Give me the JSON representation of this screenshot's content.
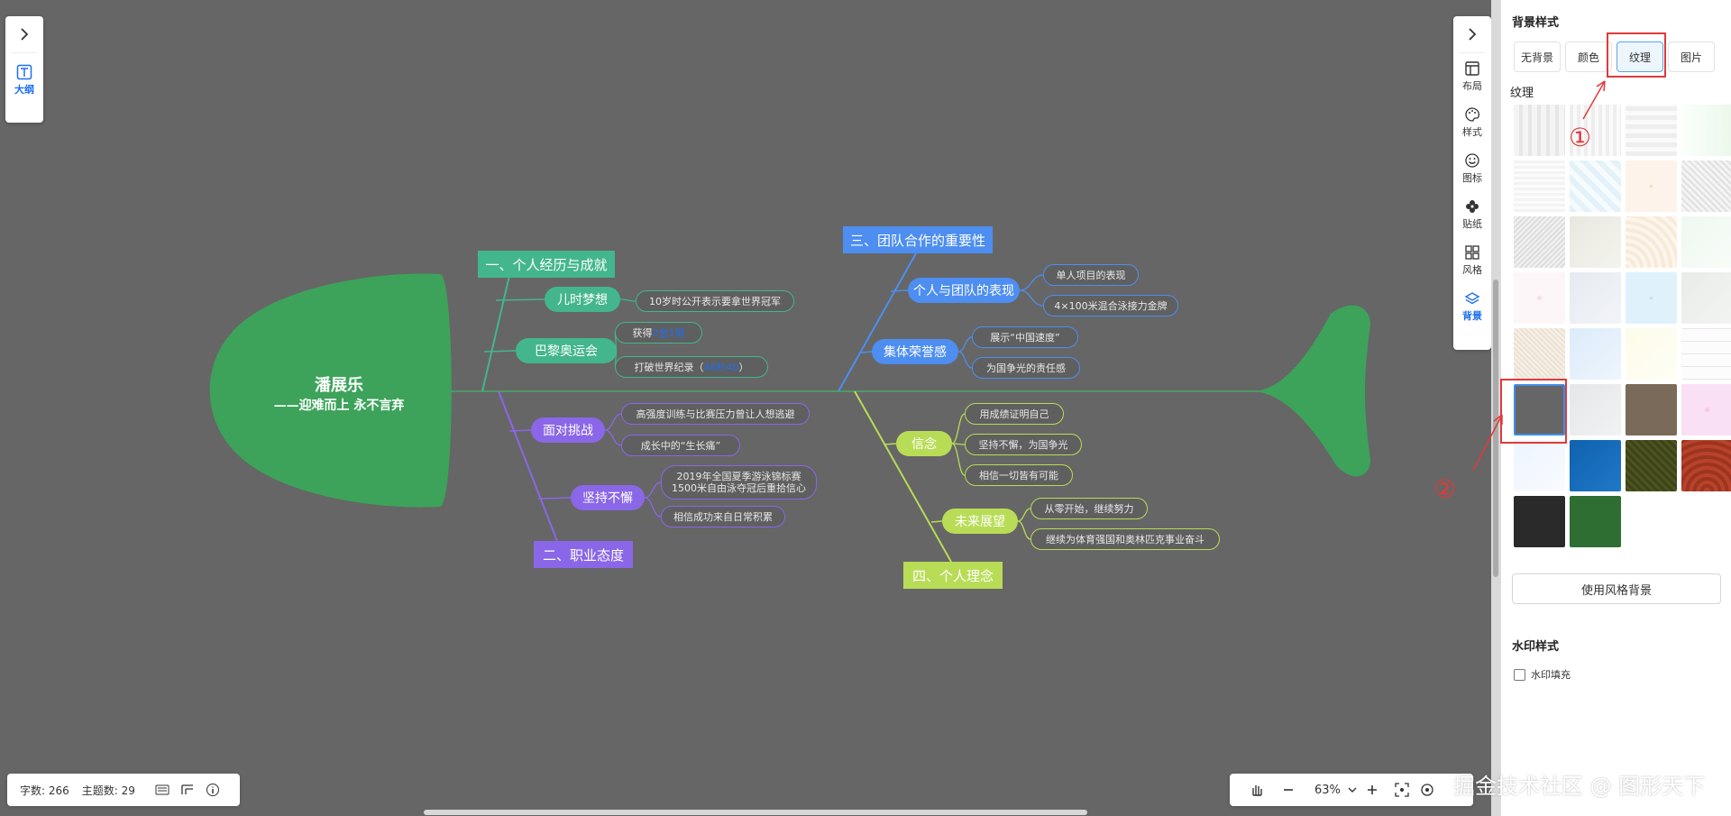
{
  "mindmap": {
    "root": {
      "title": "潘展乐",
      "subtitle": "——迎难而上 永不言弃"
    },
    "branches": [
      {
        "label": "一、个人经历与成就",
        "color": "#43b68d",
        "children": [
          {
            "label": "儿时梦想",
            "leaves": [
              [
                "10岁时公开表示要拿世界冠军"
              ]
            ]
          },
          {
            "label": "巴黎奥运会",
            "leaves": [
              [
                "获得",
                "2金1银",
                ""
              ],
              [
                "打破世界纪录（",
                "46秒40",
                "）"
              ]
            ]
          }
        ]
      },
      {
        "label": "二、职业态度",
        "color": "#8a67e8",
        "children": [
          {
            "label": "面对挑战",
            "leaves": [
              [
                "高强度训练与比赛压力曾让人想逃避"
              ],
              [
                "成长中的“生长痛”"
              ]
            ]
          },
          {
            "label": "坚持不懈",
            "leaves": [
              [
                "2019年全国夏季游泳锦标赛",
                "1500米自由泳夺冠后重拾信心"
              ],
              [
                "相信成功来自日常积累"
              ]
            ]
          }
        ]
      },
      {
        "label": "三、团队合作的重要性",
        "color": "#4d8ef0",
        "children": [
          {
            "label": "个人与团队的表现",
            "leaves": [
              [
                "单人项目的表现"
              ],
              [
                "4×100米混合泳接力金牌"
              ]
            ]
          },
          {
            "label": "集体荣誉感",
            "leaves": [
              [
                "展示“中国速度”"
              ],
              [
                "为国争光的责任感"
              ]
            ]
          }
        ]
      },
      {
        "label": "四、个人理念",
        "color": "#b9dc57",
        "children": [
          {
            "label": "信念",
            "leaves": [
              [
                "用成绩证明自己"
              ],
              [
                "坚持不懈，为国争光"
              ],
              [
                "相信一切皆有可能"
              ]
            ]
          },
          {
            "label": "未来展望",
            "leaves": [
              [
                "从零开始，继续努力"
              ],
              [
                "继续为体育强国和奥林匹克事业奋斗"
              ]
            ]
          }
        ]
      }
    ]
  },
  "left_toolbar": {
    "outline_label": "大纲"
  },
  "right_toolbar": {
    "items": [
      {
        "label": "布局",
        "icon": "layout-icon"
      },
      {
        "label": "样式",
        "icon": "palette-icon"
      },
      {
        "label": "图标",
        "icon": "smiley-icon"
      },
      {
        "label": "贴纸",
        "icon": "flower-icon"
      },
      {
        "label": "风格",
        "icon": "grid-icon"
      },
      {
        "label": "背景",
        "icon": "layers-icon"
      }
    ],
    "active_index": 5
  },
  "panel": {
    "bg_title": "背景样式",
    "bg_tabs": [
      "无背景",
      "颜色",
      "纹理",
      "图片"
    ],
    "active_tab": 2,
    "texture_title": "纹理",
    "use_style_bg_button": "使用风格背景",
    "watermark_title": "水印样式",
    "watermark_fill_label": "水印填充",
    "watermark_fill_checked": false
  },
  "annotations": {
    "marker1": "①",
    "marker2": "②"
  },
  "statusbar": {
    "word_count": "字数: 266",
    "topic_count": "主题数: 29"
  },
  "zoom": {
    "value": "63%"
  },
  "watermark_text": "掘金技术社区 @ 图形天下",
  "colors": {
    "canvas_bg": "#666666",
    "fish": "#3da35a",
    "spine": "#49a865",
    "accent": "#1e6ff0",
    "annotation": "#e03a3a"
  }
}
